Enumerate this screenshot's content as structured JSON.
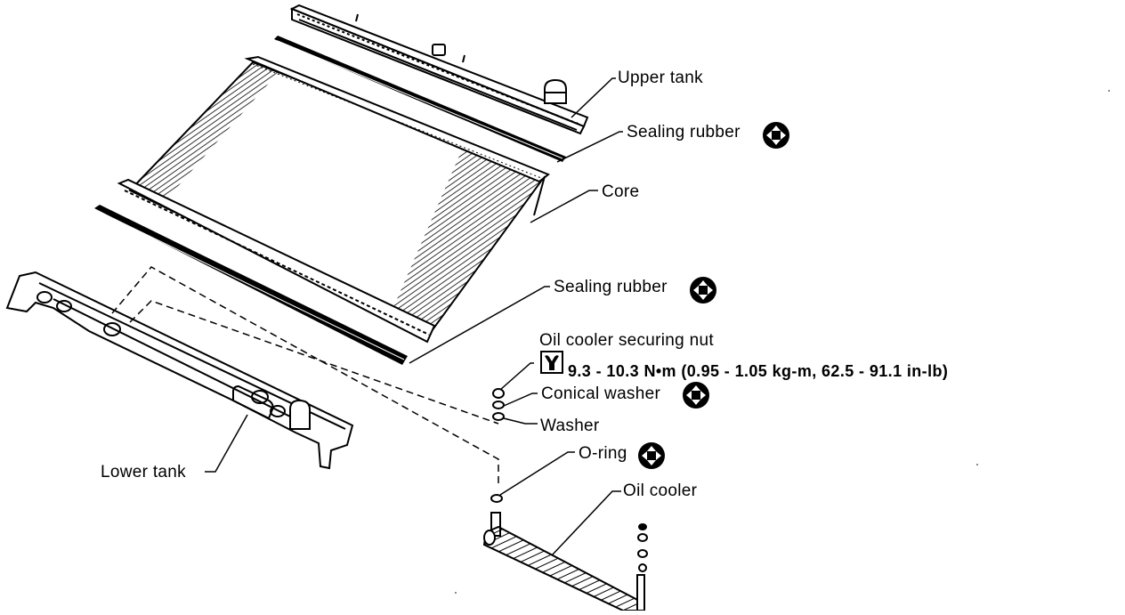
{
  "labels": {
    "upper_tank": "Upper tank",
    "sealing_rubber_upper": "Sealing rubber",
    "core": "Core",
    "sealing_rubber_lower": "Sealing rubber",
    "oil_cooler_securing_nut": "Oil cooler securing nut",
    "torque_spec": "9.3 - 10.3 N•m (0.95 - 1.05 kg-m, 62.5 - 91.1 in-lb)",
    "conical_washer": "Conical washer",
    "washer": "Washer",
    "o_ring": "O-ring",
    "oil_cooler": "Oil cooler",
    "lower_tank": "Lower tank"
  },
  "icons": {
    "replace_symbol": "always-replace-icon",
    "torque_symbol": "torque-wrench-icon"
  },
  "colors": {
    "line": "#000000",
    "background": "#ffffff"
  }
}
